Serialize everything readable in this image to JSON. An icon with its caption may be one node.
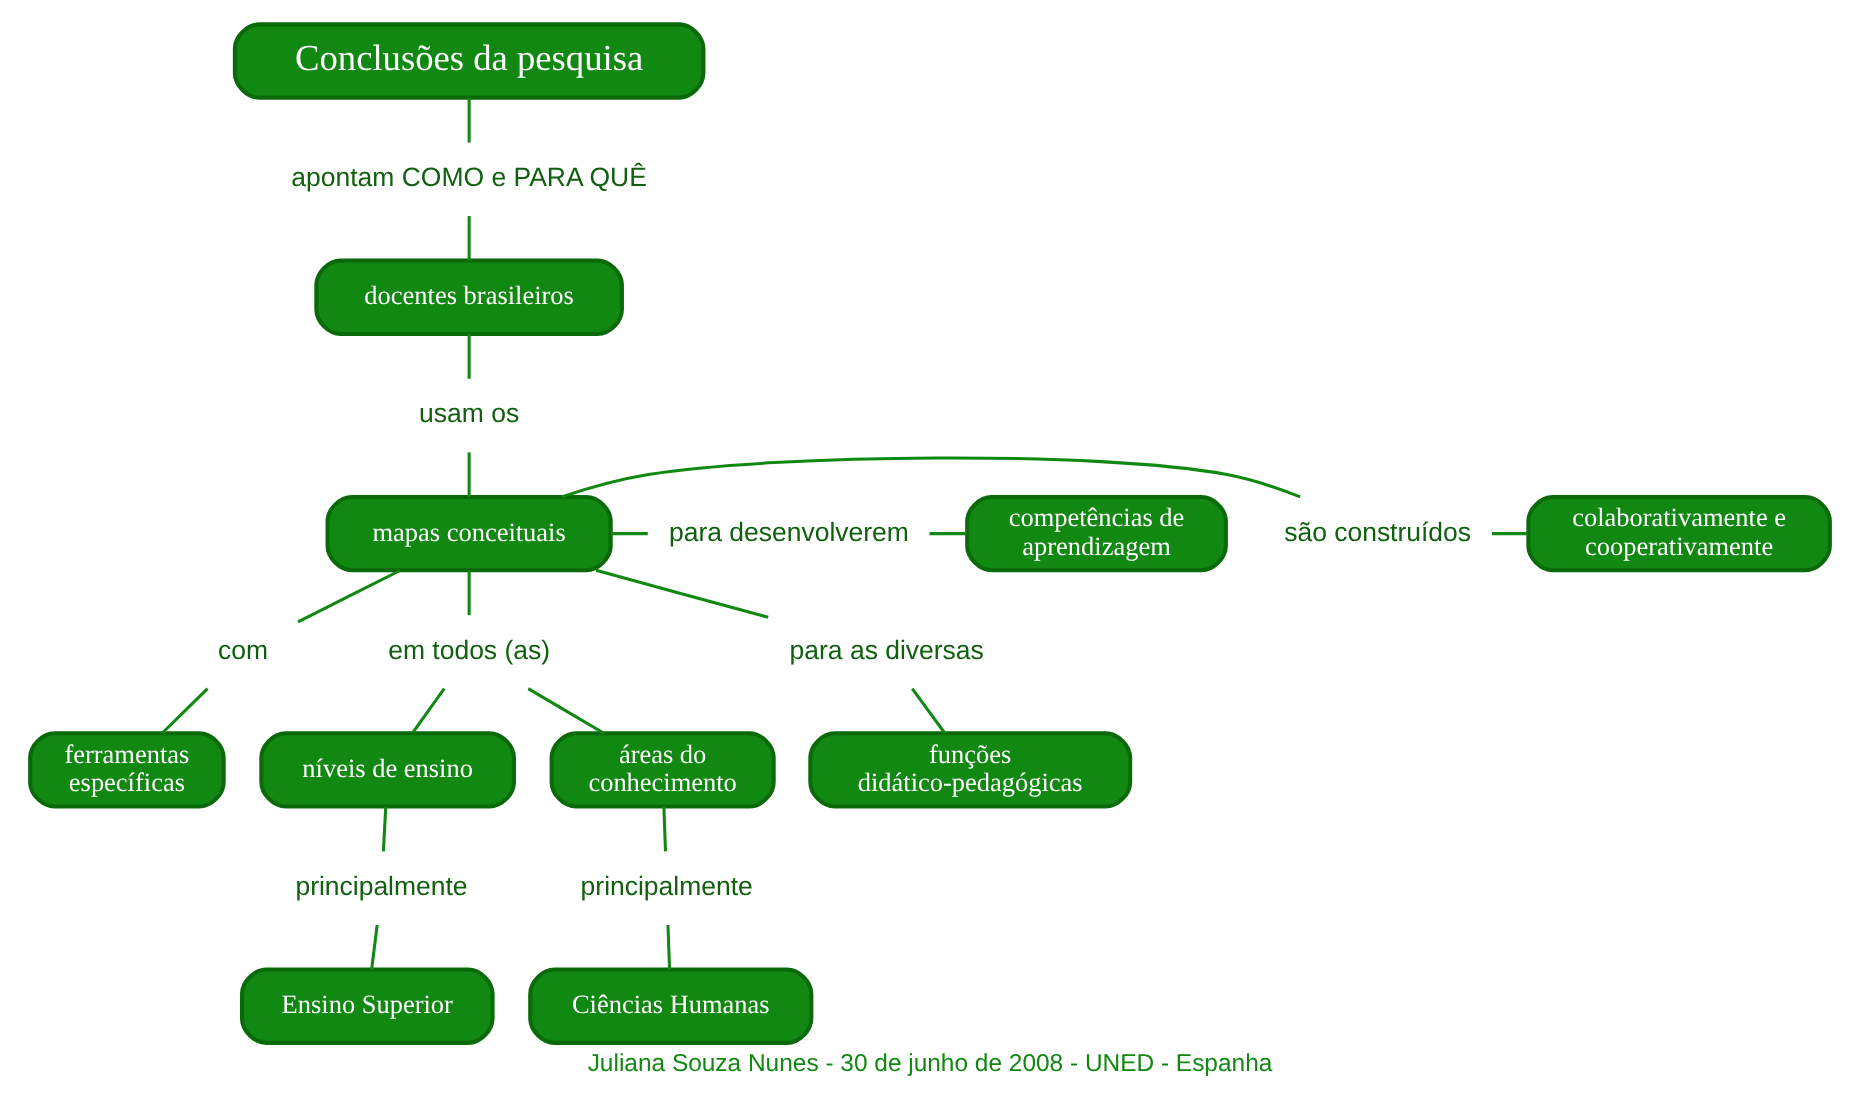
{
  "diagram": {
    "caption": "Juliana Souza Nunes - 30 de junho de 2008 - UNED - Espanha",
    "nodes": [
      {
        "text": [
          "Conclusões da pesquisa"
        ]
      },
      {
        "text": [
          "apontam COMO e PARA QUÊ"
        ]
      },
      {
        "text": [
          "docentes brasileiros"
        ]
      },
      {
        "text": [
          "usam os"
        ]
      },
      {
        "text": [
          "mapas conceituais"
        ]
      },
      {
        "text": [
          "são construídos"
        ]
      },
      {
        "text": [
          "colaborativamente e cooperativamente"
        ]
      },
      {
        "text": [
          "para desenvolverem"
        ]
      },
      {
        "text": [
          "competências de aprendizagem"
        ]
      },
      {
        "text": [
          "com"
        ]
      },
      {
        "text": [
          "ferramentas específicas"
        ]
      },
      {
        "text": [
          "em todos (as)"
        ]
      },
      {
        "text": [
          "níveis de ensino"
        ]
      },
      {
        "text": [
          "áreas do conhecimento"
        ]
      },
      {
        "text": [
          "para as diversas"
        ]
      },
      {
        "text": [
          "funções didático-pedagógicas"
        ]
      },
      {
        "text": [
          "principalmente"
        ]
      },
      {
        "text": [
          "Ensino Superior"
        ]
      },
      {
        "text": [
          "principalmente"
        ]
      },
      {
        "text": [
          "Ciências Humanas"
        ]
      }
    ],
    "edges": [
      {
        "from": 0,
        "to": 1,
        "arrow": "none"
      },
      {
        "from": 1,
        "to": 2,
        "arrow": "none"
      },
      {
        "from": 2,
        "to": 3,
        "arrow": "none"
      },
      {
        "from": 3,
        "to": 4,
        "arrow": "none"
      },
      {
        "from": 4,
        "to": 5,
        "arrow": "none"
      },
      {
        "from": 5,
        "to": 6,
        "arrow": "none"
      },
      {
        "from": 4,
        "to": 7,
        "arrow": "none"
      },
      {
        "from": 7,
        "to": 8,
        "arrow": "none"
      },
      {
        "from": 4,
        "to": 9,
        "arrow": "none"
      },
      {
        "from": 9,
        "to": 10,
        "arrow": "none"
      },
      {
        "from": 4,
        "to": 11,
        "arrow": "none"
      },
      {
        "from": 11,
        "to": 12,
        "arrow": "none"
      },
      {
        "from": 11,
        "to": 13,
        "arrow": "none"
      },
      {
        "from": 4,
        "to": 14,
        "arrow": "none"
      },
      {
        "from": 14,
        "to": 15,
        "arrow": "none"
      },
      {
        "from": 12,
        "to": 16,
        "arrow": "none"
      },
      {
        "from": 16,
        "to": 17,
        "arrow": "none"
      },
      {
        "from": 13,
        "to": 18,
        "arrow": "none"
      },
      {
        "from": 18,
        "to": 19,
        "arrow": "none"
      }
    ]
  }
}
